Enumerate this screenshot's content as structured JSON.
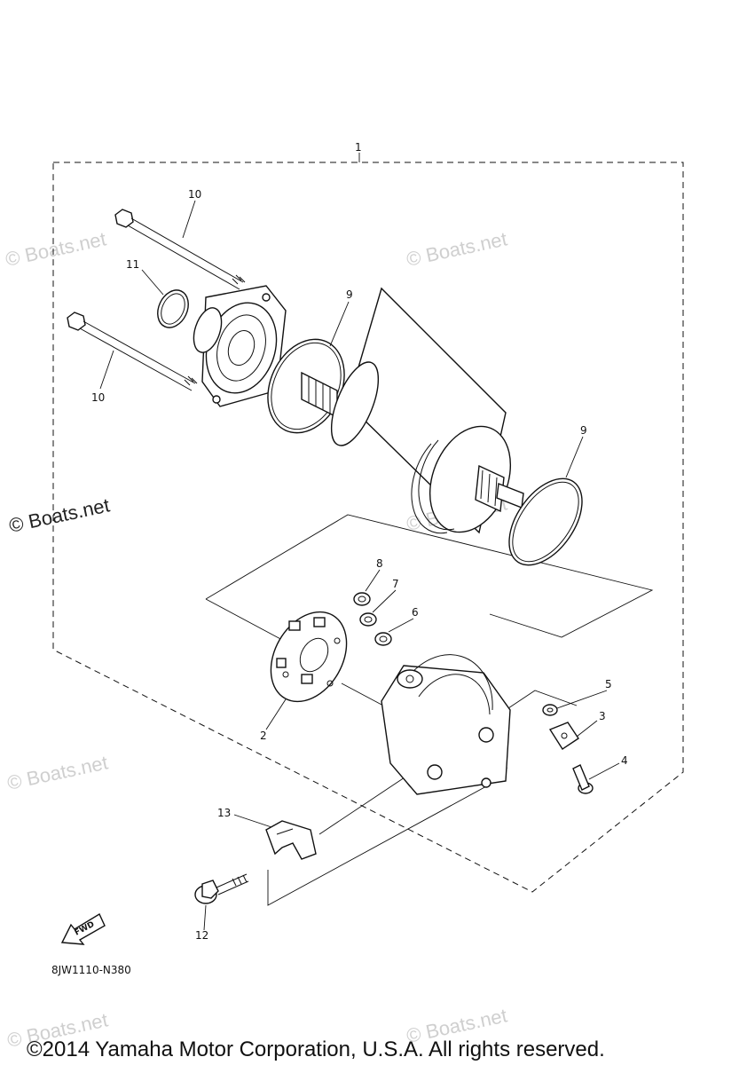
{
  "diagram_code": "8JW1110-N380",
  "copyright": "©2014 Yamaha Motor Corporation, U.S.A. All rights reserved.",
  "watermark": "© Boats.net",
  "fwd_label": "FWD",
  "callouts": {
    "c1": "1",
    "c2": "2",
    "c3": "3",
    "c4": "4",
    "c5": "5",
    "c6": "6",
    "c7": "7",
    "c8": "8",
    "c9a": "9",
    "c9b": "9",
    "c10a": "10",
    "c10b": "10",
    "c11": "11",
    "c12": "12",
    "c13": "13"
  }
}
